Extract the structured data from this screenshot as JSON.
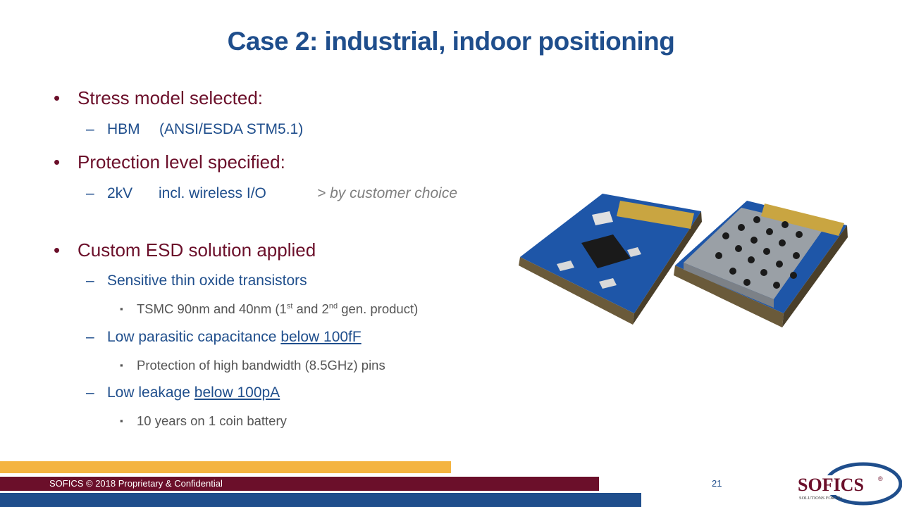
{
  "slide": {
    "title": "Case 2: industrial, indoor positioning",
    "items": [
      {
        "bullet": "•",
        "text": "Stress model selected:"
      },
      {
        "bullet": "–",
        "text": "HBM",
        "text2": "(ANSI/ESDA STM5.1)"
      },
      {
        "bullet": "•",
        "text": "Protection level specified:"
      },
      {
        "bullet": "–",
        "text": "2kV",
        "text2": "incl. wireless I/O",
        "note": "> by customer choice"
      },
      {
        "bullet": "•",
        "text": "Custom ESD solution applied"
      },
      {
        "bullet": "–",
        "text": "Sensitive thin oxide transistors"
      },
      {
        "bullet": "▪",
        "text_a": "TSMC 90nm and 40nm (1",
        "sup1": "st",
        "text_b": " and 2",
        "sup2": "nd",
        "text_c": " gen. product)"
      },
      {
        "bullet": "–",
        "text": "Low parasitic capacitance ",
        "link": "below 100fF"
      },
      {
        "bullet": "▪",
        "text": "Protection of high bandwidth (8.5GHz)  pins"
      },
      {
        "bullet": "–",
        "text": "Low leakage ",
        "link": "below 100pA"
      },
      {
        "bullet": "▪",
        "text": "10 years on 1 coin battery"
      }
    ]
  },
  "footer": {
    "copyright": "SOFICS © 2018 Proprietary & Confidential",
    "page_number": "21"
  },
  "logo": {
    "brand": "SOFICS",
    "registered": "®",
    "tagline": "SOLUTIONS FOR ICs"
  },
  "colors": {
    "title": "#1f4e8c",
    "level1": "#6b0f2a",
    "level2": "#1f4e8c",
    "orange_bar": "#f4b441",
    "maroon_bar": "#6b0f2a",
    "blue_bar": "#1f4e8c"
  }
}
